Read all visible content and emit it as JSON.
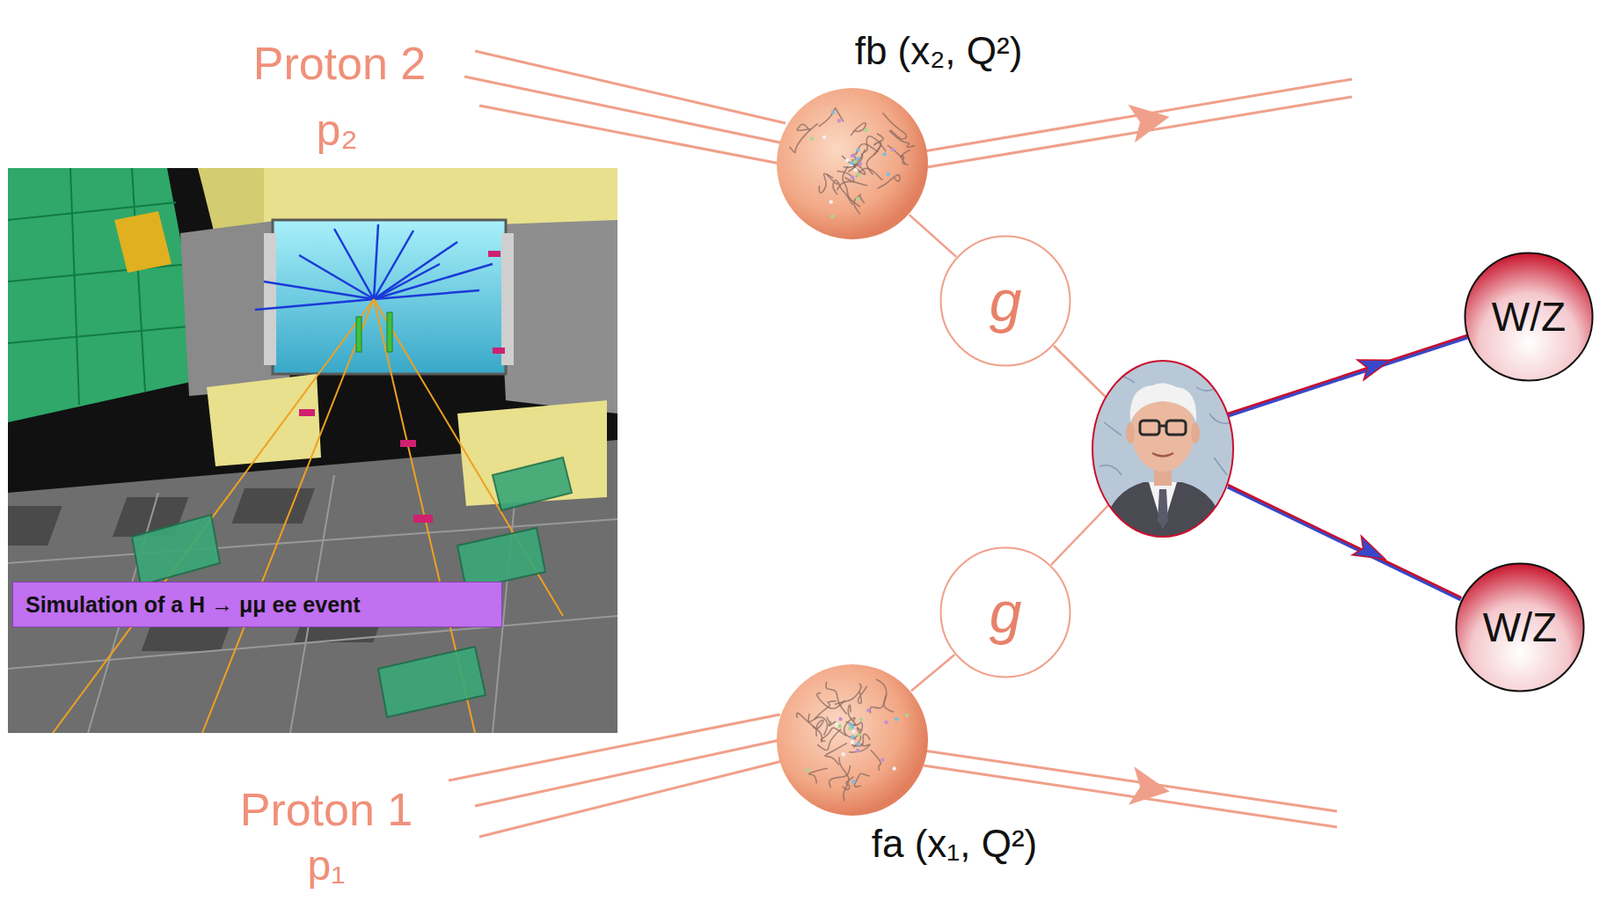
{
  "diagram": {
    "nodes": [
      {
        "text": [
          "fb (x₂, Q²)"
        ]
      },
      {
        "text": [
          "g"
        ]
      },
      {
        "text": [
          "W/Z"
        ]
      },
      {
        "text": [
          "g"
        ]
      },
      {
        "text": [
          "W/Z"
        ]
      },
      {
        "text": [
          "fa (x₁, Q²)"
        ]
      }
    ],
    "edges": [
      {
        "from": 0,
        "to": 1,
        "arrow": "none"
      },
      {
        "from": 5,
        "to": 3,
        "arrow": "none"
      }
    ],
    "labels": [
      "Proton 2",
      "p₂",
      "Simulation of a H → μμ ee event",
      "Proton 1",
      "p₁"
    ]
  }
}
